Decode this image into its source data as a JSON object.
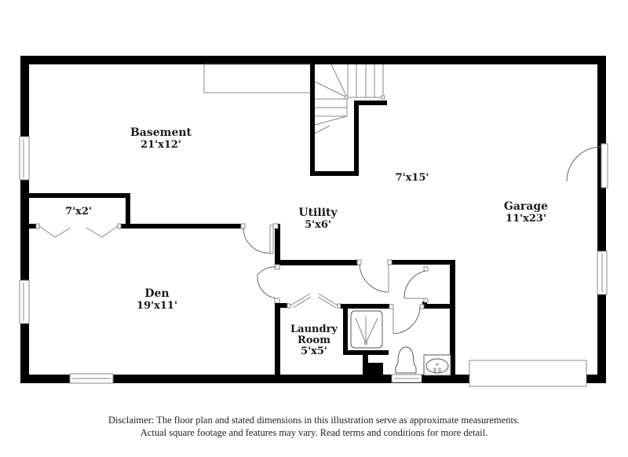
{
  "rooms": [
    {
      "name": "Basement",
      "dimensions": "21'x12'"
    },
    {
      "name": "",
      "dimensions": "7'x2'"
    },
    {
      "name": "Utility",
      "dimensions": "5'x6'"
    },
    {
      "name": "",
      "dimensions": "7'x15'"
    },
    {
      "name": "Garage",
      "dimensions": "11'x23'"
    },
    {
      "name": "Den",
      "dimensions": "19'x11'"
    },
    {
      "name": "Laundry Room",
      "dimensions": "5'x5'"
    }
  ],
  "disclaimer": {
    "line1": "Disclaimer: The floor plan and stated dimensions in this illustration serve as approximate measurements.",
    "line2": "Actual square footage and features may vary. Read terms and conditions for more detail."
  },
  "colors": {
    "wall": "#000000",
    "background": "#ffffff",
    "fixture_line": "#888888"
  }
}
